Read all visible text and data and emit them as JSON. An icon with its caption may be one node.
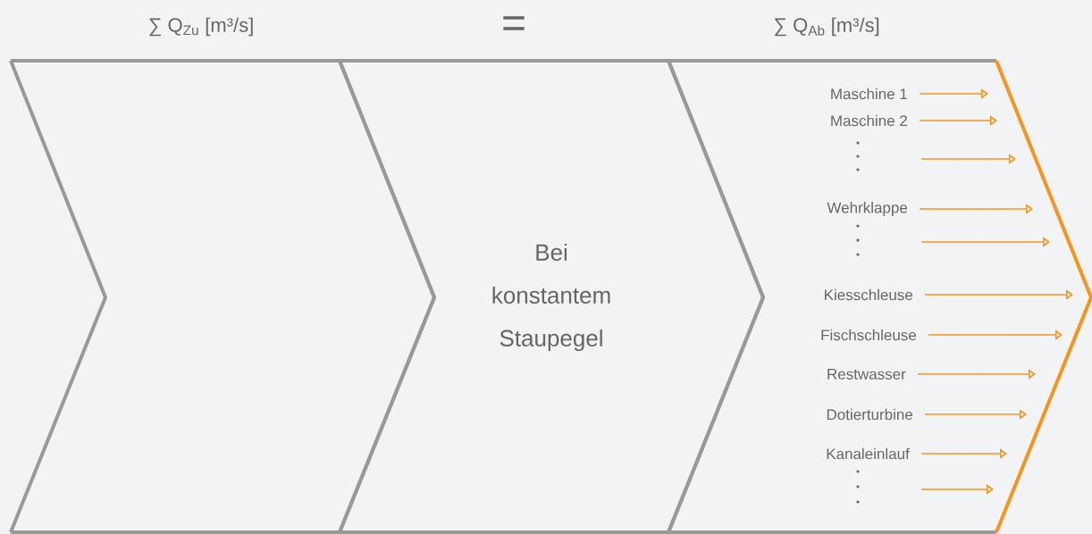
{
  "diagram": {
    "nodes": [
      {
        "text": [
          "∑ Q$_{Zu}$ [m³/s]"
        ]
      },
      {
        "text": [
          "=",
          "Bei konstantem Staupegel"
        ]
      },
      {
        "text": [
          "∑ Q$_{Ab}$ [m³/s]"
        ]
      },
      {
        "text": [
          "Maschine 1"
        ],
        "in": 2
      },
      {
        "text": [
          "Maschine 2"
        ],
        "in": 2
      },
      {
        "text": [
          "Wehrklappe"
        ],
        "in": 2
      },
      {
        "text": [
          "Kiesschleuse"
        ],
        "in": 2
      },
      {
        "text": [
          "Fischschleuse"
        ],
        "in": 2
      },
      {
        "text": [
          "Restwasser"
        ],
        "in": 2
      },
      {
        "text": [
          "Dotierturbine"
        ],
        "in": 2
      },
      {
        "text": [
          "Kanaleinlauf"
        ],
        "in": 2
      }
    ],
    "edges": [
      {
        "from": 3,
        "to": null,
        "arrow": "to"
      },
      {
        "from": 4,
        "to": null,
        "arrow": "to"
      },
      {
        "from": 5,
        "to": null,
        "arrow": "to"
      },
      {
        "from": 6,
        "to": null,
        "arrow": "to"
      },
      {
        "from": 7,
        "to": null,
        "arrow": "to"
      },
      {
        "from": 8,
        "to": null,
        "arrow": "to"
      },
      {
        "from": 9,
        "to": null,
        "arrow": "to"
      },
      {
        "from": 10,
        "to": null,
        "arrow": "to"
      }
    ]
  }
}
